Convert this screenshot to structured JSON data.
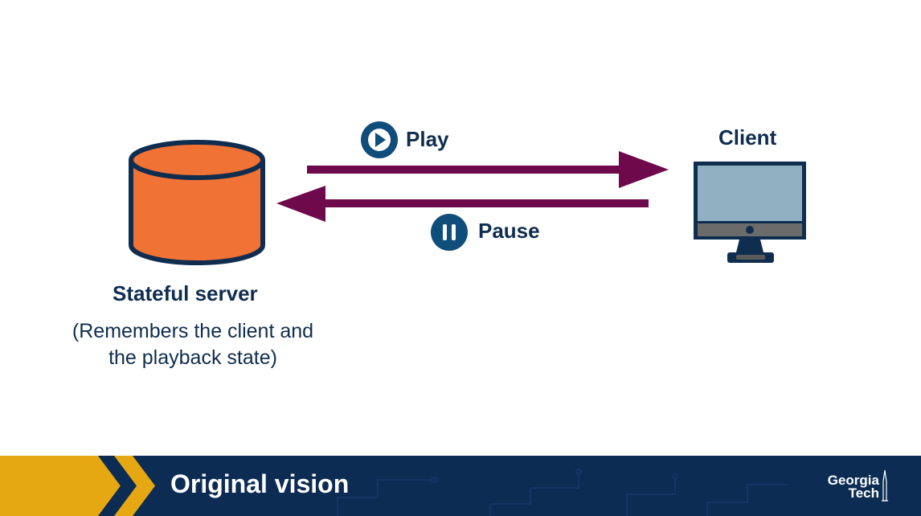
{
  "diagram": {
    "server": {
      "title": "Stateful server",
      "description": "(Remembers the client and the playback state)",
      "icon": "database-cylinder-icon",
      "color": "#f07235"
    },
    "client": {
      "title": "Client",
      "icon": "computer-monitor-icon",
      "screen_color": "#8fb1c1"
    },
    "requests": [
      {
        "label": "Play",
        "icon": "play-icon",
        "direction": "server-to-client"
      },
      {
        "label": "Pause",
        "icon": "pause-icon",
        "direction": "client-to-server"
      }
    ],
    "arrow_color": "#6e0a4c"
  },
  "footer": {
    "title": "Original vision",
    "logo_line1": "Georgia",
    "logo_line2": "Tech",
    "accent_color": "#e5a812",
    "background_color": "#0d2c54"
  }
}
